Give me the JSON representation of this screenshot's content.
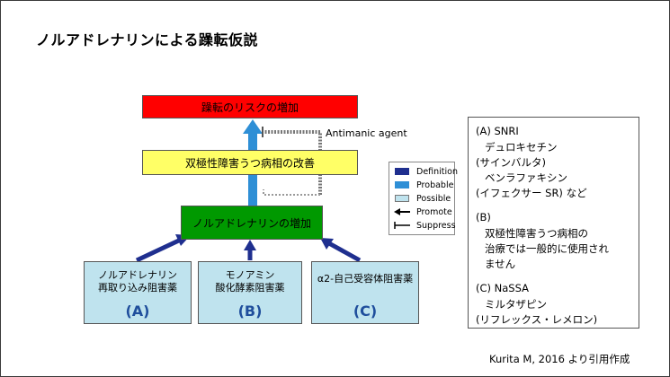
{
  "title": "ノルアドレナリンによる躁転仮説",
  "boxes": {
    "risk": "躁転のリスクの増加",
    "bipolar": "双極性障害うつ病相の改善",
    "ne": "ノルアドレナリンの増加"
  },
  "antimanic_label": "Antimanic agent",
  "drugs": [
    {
      "line1": "ノルアドレナリン",
      "line2": "再取り込み阻害薬",
      "tag": "(A)"
    },
    {
      "line1": "モノアミン",
      "line2": "酸化酵素阻害薬",
      "tag": "(B)"
    },
    {
      "line1": "α2-自己受容体阻害薬",
      "line2": "",
      "tag": "(C)"
    }
  ],
  "legend": [
    {
      "label": "Definition",
      "kind": "fill",
      "color": "#1f2f8f"
    },
    {
      "label": "Probable",
      "kind": "fill",
      "color": "#2e8fd6"
    },
    {
      "label": "Possible",
      "kind": "fill",
      "color": "#bfe3ee"
    },
    {
      "label": "Promote",
      "kind": "arrow",
      "color": "#000000"
    },
    {
      "label": "Suppress",
      "kind": "bar",
      "color": "#000000"
    }
  ],
  "notes": [
    "(A) SNRI",
    "デュロキセチン",
    "(サインバルタ)",
    "ベンラファキシン",
    "(イフェクサー SR) など",
    "(B)",
    "双極性障害うつ病相の",
    "治療では一般的に使用され",
    "ません",
    "(C) NaSSA",
    "ミルタザピン",
    "(リフレックス・レメロン)"
  ],
  "citation": "Kurita M, 2016 より引用作成",
  "colors": {
    "risk": "#ff0000",
    "bipolar": "#ffff66",
    "ne": "#009900",
    "drug": "#bfe3ee",
    "definition": "#1f2f8f",
    "probable": "#2e8fd6"
  }
}
